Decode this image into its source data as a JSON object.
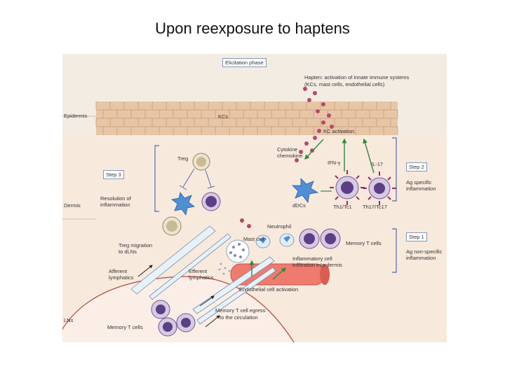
{
  "title": "Upon reexposure to haptens",
  "diagram": {
    "phase": "Elicitation phase",
    "hapten_note": [
      "Hapten: activation of innate immune systems",
      "(KCs, mast cells, endothelial cells)"
    ],
    "layers": {
      "epidermis": "Epidermis",
      "dermis": "Dermis",
      "lns": "LNs"
    },
    "kcs": "KCs",
    "kc_activation": "KC activation",
    "cytokine": [
      "Cytokine",
      "chemokine"
    ],
    "ifn": "IFN-γ",
    "il17": "IL-17",
    "treg": "Treg",
    "steps": {
      "step3": "Step 3",
      "step3_desc": [
        "Resolution of",
        "inflammation"
      ],
      "step2": "Step 2",
      "step2_desc": [
        "Ag specific",
        "inflammation"
      ],
      "step1": "Step 1",
      "step1_desc": [
        "Ag non-specific",
        "inflammation"
      ]
    },
    "ddcs": "dDCs",
    "th1": "Th1/Tc1",
    "th17": "Th17/Tc17",
    "neutrophil": "Neutrophil",
    "mast_cell": "Mast cell",
    "memory_t_cells": "Memory T cells",
    "treg_migration": [
      "Treg migration",
      "to dLNs"
    ],
    "inflammatory_infiltration": [
      "Inflammatory cell",
      "infiltration into dermis"
    ],
    "afferent": [
      "Afferent",
      "lymphatics"
    ],
    "efferent": [
      "Efferent",
      "lymphatics"
    ],
    "endothelial": "Endothelial cell activation",
    "egress": [
      "Memory T cell egress",
      "to the circulation"
    ],
    "memory_t_cells_ln": "Memory T cells"
  }
}
